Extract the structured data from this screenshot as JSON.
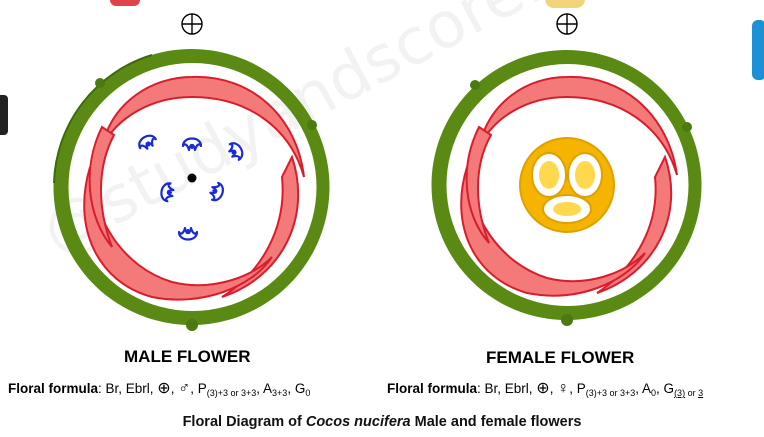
{
  "watermark": "@studyandscore.com",
  "male": {
    "title": "MALE FLOWER",
    "formula": {
      "lead": "Floral formula",
      "parts": [
        ": Br, Ebrl, ",
        "⊕",
        ", ",
        "♂",
        ", P",
        "(3)+3 or 3+3",
        ", A",
        "3+3",
        ", G",
        "0"
      ]
    }
  },
  "female": {
    "title": "FEMALE FLOWER",
    "formula": {
      "lead": "Floral formula",
      "parts": [
        ": Br, Ebrl, ",
        "⊕",
        ", ",
        "♀",
        ", P",
        "(3)+3 or 3+3",
        ", A",
        "0",
        ", G",
        "(3)",
        " or ",
        "3"
      ]
    }
  },
  "caption": {
    "pre": "Floral Diagram of ",
    "species": "Cocos nucifera",
    "post": " Male and female flowers"
  },
  "colors": {
    "bract": "#5a8a14",
    "perianth_fill": "#f47a7a",
    "perianth_stroke": "#d81e2c",
    "stamen": "#1a2bd6",
    "ovary_outer": "#f4b400",
    "ovary_inner": "#ffd84d"
  }
}
